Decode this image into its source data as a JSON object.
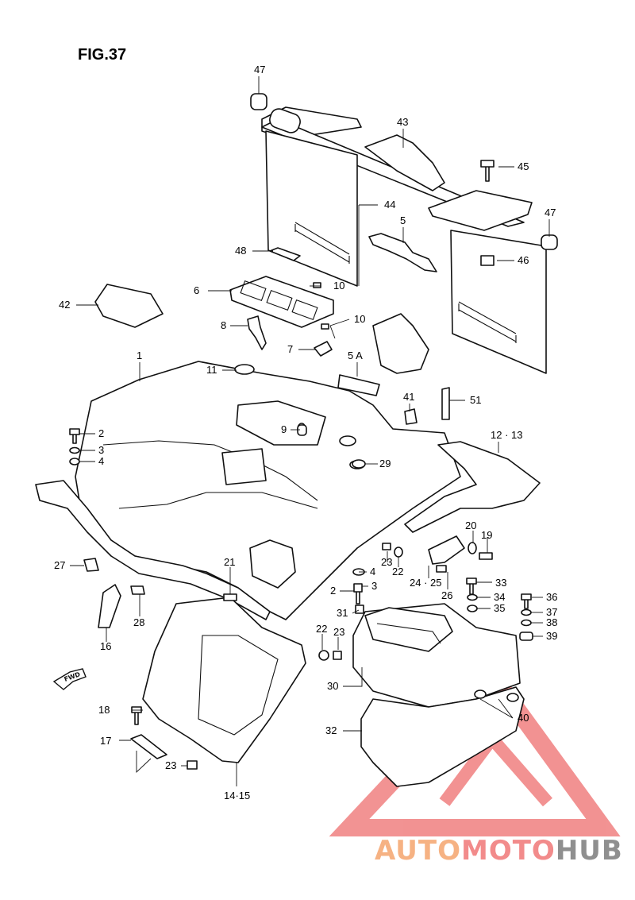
{
  "figure": {
    "title": "FIG.37"
  },
  "parts": [
    {
      "key": "p47a",
      "label": "47"
    },
    {
      "key": "p43",
      "label": "43"
    },
    {
      "key": "p45",
      "label": "45"
    },
    {
      "key": "p44",
      "label": "44"
    },
    {
      "key": "p47b",
      "label": "47"
    },
    {
      "key": "p5",
      "label": "5"
    },
    {
      "key": "p48",
      "label": "48"
    },
    {
      "key": "p46",
      "label": "46"
    },
    {
      "key": "p6",
      "label": "6"
    },
    {
      "key": "p10a",
      "label": "10"
    },
    {
      "key": "p42",
      "label": "42"
    },
    {
      "key": "p8",
      "label": "8"
    },
    {
      "key": "p10b",
      "label": "10"
    },
    {
      "key": "p7",
      "label": "7"
    },
    {
      "key": "p5a",
      "label": "5 A"
    },
    {
      "key": "p1",
      "label": "1"
    },
    {
      "key": "p11",
      "label": "11"
    },
    {
      "key": "p41",
      "label": "41"
    },
    {
      "key": "p51",
      "label": "51"
    },
    {
      "key": "p2a",
      "label": "2"
    },
    {
      "key": "p9",
      "label": "9"
    },
    {
      "key": "p1213",
      "label": "12 · 13"
    },
    {
      "key": "p3a",
      "label": "3"
    },
    {
      "key": "p4a",
      "label": "4"
    },
    {
      "key": "p29",
      "label": "29"
    },
    {
      "key": "p20",
      "label": "20"
    },
    {
      "key": "p19",
      "label": "19"
    },
    {
      "key": "p27",
      "label": "27"
    },
    {
      "key": "p21",
      "label": "21"
    },
    {
      "key": "p23a",
      "label": "23"
    },
    {
      "key": "p22a",
      "label": "22"
    },
    {
      "key": "p4b",
      "label": "4"
    },
    {
      "key": "p2425",
      "label": "24 · 25"
    },
    {
      "key": "p33",
      "label": "33"
    },
    {
      "key": "p36",
      "label": "36"
    },
    {
      "key": "p2b",
      "label": "2"
    },
    {
      "key": "p3b",
      "label": "3"
    },
    {
      "key": "p26",
      "label": "26"
    },
    {
      "key": "p34",
      "label": "34"
    },
    {
      "key": "p37",
      "label": "37"
    },
    {
      "key": "p28",
      "label": "28"
    },
    {
      "key": "p31",
      "label": "31"
    },
    {
      "key": "p35",
      "label": "35"
    },
    {
      "key": "p38",
      "label": "38"
    },
    {
      "key": "p16",
      "label": "16"
    },
    {
      "key": "p22b",
      "label": "22"
    },
    {
      "key": "p23b",
      "label": "23"
    },
    {
      "key": "p39",
      "label": "39"
    },
    {
      "key": "p30",
      "label": "30"
    },
    {
      "key": "p18",
      "label": "18"
    },
    {
      "key": "p40",
      "label": "40"
    },
    {
      "key": "p32",
      "label": "32"
    },
    {
      "key": "p17",
      "label": "17"
    },
    {
      "key": "p23c",
      "label": "23"
    },
    {
      "key": "p1415",
      "label": "14·15"
    }
  ],
  "fwd_arrow": {
    "label": "FWD",
    "icon": "forward-arrow-icon"
  },
  "watermark": {
    "word_a": "AUTO",
    "word_b": "MOTO",
    "word_c": "HUB",
    "color_a": "#f6b283",
    "color_b": "#f28b8b",
    "color_c": "#8f8f8f",
    "logo_color": "#f08080"
  }
}
